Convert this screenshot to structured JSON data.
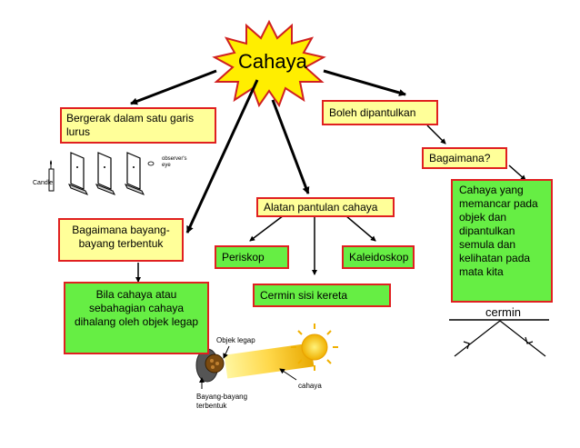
{
  "title": "Cahaya",
  "nodes": {
    "bergerak": "Bergerak dalam satu garis lurus",
    "boleh": "Boleh dipantulkan",
    "bagaimana": "Bagaimana?",
    "cahaya_yang": "Cahaya yang memancar pada objek  dan dipantulkan semula dan kelihatan pada mata kita",
    "alatan": "Alatan pantulan cahaya",
    "periskop": "Periskop",
    "kaleidoskop": "Kaleidoskop",
    "cermin_sisi": "Cermin sisi kereta",
    "bayang": "Bagaimana bayang-bayang terbentuk",
    "bila": "Bila cahaya atau sebahagian cahaya dihalang oleh objek legap"
  },
  "figure_labels": {
    "candle": "Candle",
    "observer": "observer's eye",
    "objek_legap": "Objek legap",
    "cahaya": "cahaya",
    "bayang_terbentuk": "Bayang-bayang terbentuk",
    "cermin": "cermin"
  },
  "colors": {
    "box_border": "#e02020",
    "yellow_box": "#ffff99",
    "green_box": "#66ee44",
    "star_fill": "#ffee00"
  }
}
